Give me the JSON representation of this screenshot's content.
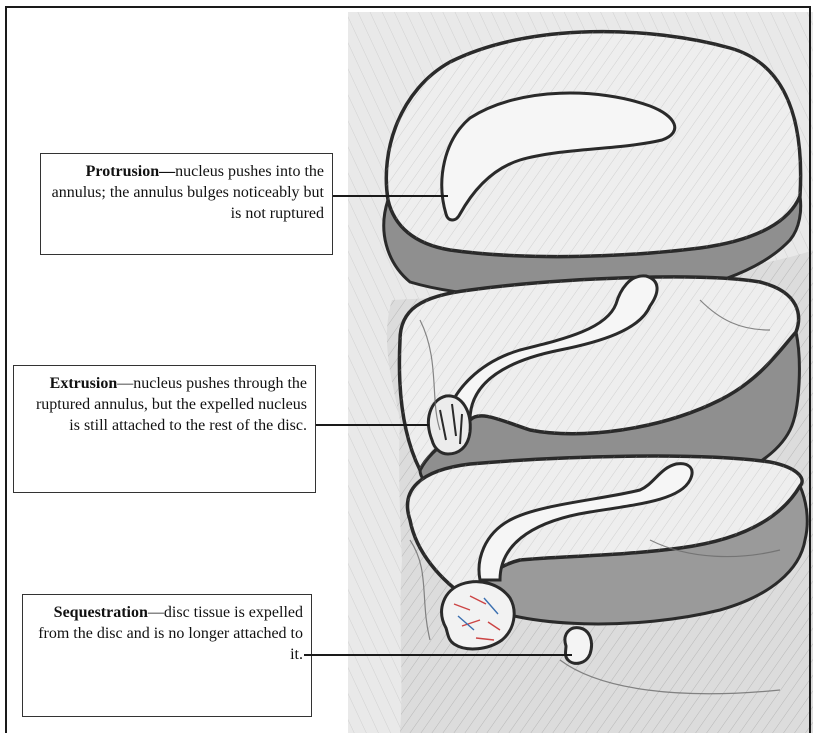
{
  "callouts": {
    "protrusion": {
      "term": "Protrusion—",
      "text": "nucleus pushes into the annulus; the annulus bulges noticeably but is not ruptured"
    },
    "extrusion": {
      "term": "Extrusion",
      "text": "—nucleus pushes through the ruptured annulus, but the expelled nucleus is still attached to the rest of the disc."
    },
    "sequestration": {
      "term": "Sequestration",
      "text": "—disc tissue is expelled from the disc and is no longer attached to it."
    }
  },
  "colors": {
    "outline": "#2a2a2a",
    "annulus_band": "#8f8f8f",
    "sketch_fill": "#e6e6e6",
    "sketch_hatch": "#9a9a9a"
  }
}
